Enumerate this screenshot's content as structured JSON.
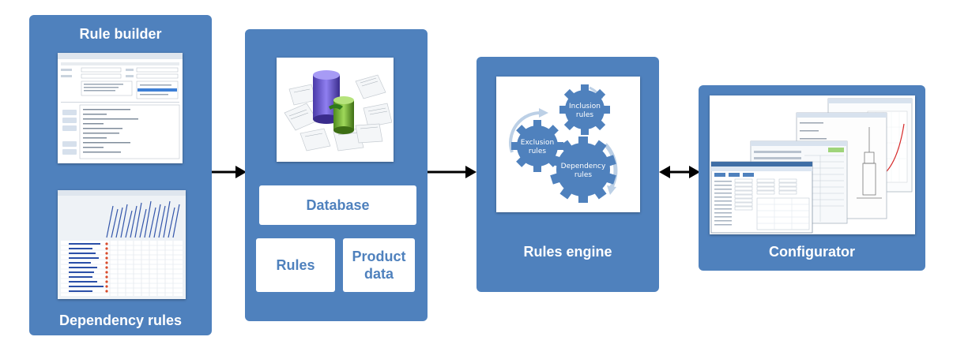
{
  "colors": {
    "panel": "#4f81bd",
    "gear": "#4f81bd",
    "gear_dark": "#3f6ea5",
    "text_on_panel": "#ffffff"
  },
  "rule_builder": {
    "title": "Rule builder",
    "footer_title": "Dependency rules"
  },
  "database_panel": {
    "database_label": "Database",
    "rules_label": "Rules",
    "product_label_line1": "Product",
    "product_label_line2": "data"
  },
  "rules_engine": {
    "title": "Rules engine",
    "gear_inclusion_line1": "Inclusion",
    "gear_inclusion_line2": "rules",
    "gear_exclusion_line1": "Exclusion",
    "gear_exclusion_line2": "rules",
    "gear_dependency_line1": "Dependency",
    "gear_dependency_line2": "rules"
  },
  "configurator": {
    "title": "Configurator"
  }
}
